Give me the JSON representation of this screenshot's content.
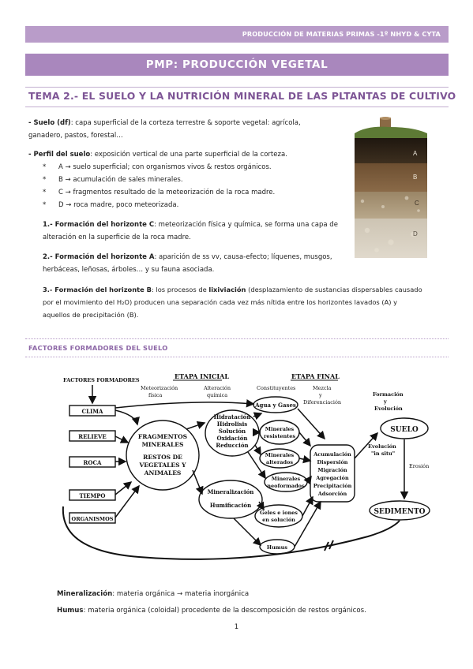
{
  "header": {
    "top_label": "PRODUCCIÓN DE MATERIAS PRIMAS -1º NHYD & CYTA",
    "title": "PMP: PRODUCCIÓN VEGETAL"
  },
  "topic": {
    "title": "TEMA 2.- EL SUELO Y LA NUTRICIÓN MINERAL DE LAS PLTANTAS DE CULTIVO"
  },
  "suelo": {
    "term": "- Suelo (df)",
    "line1": ": capa superficial de la corteza terrestre & soporte vegetal: agrícola,",
    "line2": "ganadero, pastos, forestal…"
  },
  "perfil": {
    "term": "- Perfil del suelo",
    "text": ": exposición vertical de una parte superficial de la corteza.",
    "bullets": [
      {
        "mark": "*",
        "text": "A → suelo superficial; con organismos vivos & restos orgánicos."
      },
      {
        "mark": "*",
        "text": "B → acumulación de sales minerales."
      },
      {
        "mark": "*",
        "text": "C → fragmentos resultado de la meteorización de la roca madre."
      },
      {
        "mark": "*",
        "text": "D → roca madre, poco meteorizada."
      }
    ]
  },
  "formations": {
    "c": {
      "term": "1.- Formación del horizonte C",
      "line1": ": meteorización física y química, se forma una capa de",
      "line2": "alteración en la superficie de la roca madre."
    },
    "a": {
      "term": "2.- Formación del horizonte A",
      "line1": ": aparición de ss vv, causa-efecto; líquenes, musgos,",
      "line2": "herbáceas, leñosas, árboles… y su fauna asociada."
    },
    "b": {
      "term": "3.- Formación del horizonte B",
      "pre": ": los procesos de ",
      "keyword": "lixiviación",
      "line1_post": " (desplazamiento de sustancias dispersables causado",
      "line2": "por el movimiento del H₂O) producen una separación cada vez más nítida entre los horizontes lavados (A) y",
      "line3": "aquellos de precipitación (B)."
    }
  },
  "soil_photo": {
    "labels": [
      "A",
      "B",
      "C",
      "D"
    ],
    "colors": {
      "grass": "#5d7a35",
      "a": "#2e2418",
      "b": "#7a5a3a",
      "c": "#a89474",
      "d": "#cfc7b8"
    }
  },
  "factors_section": {
    "title": "FACTORES FORMADORES DEL SUELO"
  },
  "diagram": {
    "factors_title": "FACTORES FORMADORES",
    "etapa_inicial": "ETAPA INICIAL",
    "etapa_final": "ETAPA FINAL",
    "meteorizacion": [
      "Meteorización",
      "física"
    ],
    "alteracion": [
      "Alteración",
      "química"
    ],
    "constituyentes": "Constituyentes",
    "mezcla": [
      "Mezcla",
      "y",
      "Diferenciación"
    ],
    "formacion": [
      "Formación",
      "y",
      "Evolución"
    ],
    "factors": [
      "CLIMA",
      "RELIEVE",
      "ROCA",
      "TIEMPO",
      "ORGANISMOS"
    ],
    "fragmentos": [
      "FRAGMENTOS",
      "MINERALES",
      "RESTOS DE",
      "VEGETALES Y",
      "ANIMALES"
    ],
    "quimica": [
      "Hidratación",
      "Hidrolisis",
      "Solución",
      "Oxidación",
      "Reducción"
    ],
    "organica": [
      "Mineralización",
      "Humificación"
    ],
    "agua": "Agua y Gases",
    "resistentes": [
      "Minerales",
      "resistentes"
    ],
    "alterados": [
      "Minerales",
      "alterados"
    ],
    "neoformados": [
      "Minerales",
      "neoformados"
    ],
    "geles": [
      "Geles e iones",
      "en solución"
    ],
    "humus": "Humus",
    "procesos": [
      "Acumulación",
      "Dispersión",
      "Migración",
      "Agregación",
      "Precipitación",
      "Adsorción"
    ],
    "insitu": [
      "Evolución",
      "\"in situ\""
    ],
    "suelo": "SUELO",
    "erosion": "Erosión",
    "sedimento": "SEDIMENTO"
  },
  "notes": {
    "mineralizacion": {
      "term": "Mineralización",
      "text": ": materia orgánica → materia inorgánica"
    },
    "humus": {
      "term": "Humus",
      "text": ": materia orgánica (coloidal) procedente de la descomposición de restos orgánicos."
    }
  },
  "page_number": "1"
}
